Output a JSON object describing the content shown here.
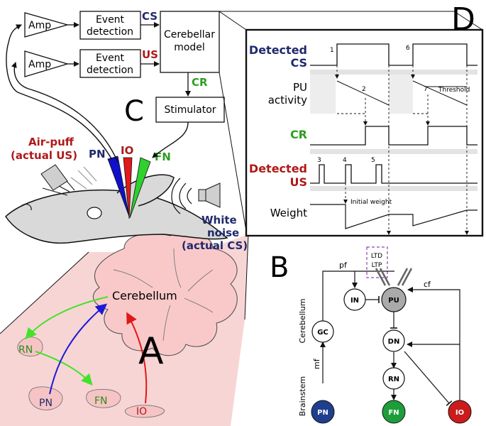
{
  "panels": {
    "a": "A",
    "b": "B",
    "c": "C",
    "d": "D"
  },
  "setup": {
    "amp": "Amp",
    "event_detection": [
      "Event",
      "detection"
    ],
    "cerebellar_model": [
      "Cerebellar",
      "model"
    ],
    "stimulator": "Stimulator",
    "cs": "CS",
    "us": "US",
    "cr": "CR",
    "electrodes": {
      "pn": "PN",
      "io": "IO",
      "fn": "FN"
    },
    "air_puff": [
      "Air-puff",
      "(actual US)"
    ],
    "white_noise": [
      "White",
      "noise",
      "(actual CS)"
    ]
  },
  "anatomy": {
    "cerebellum": "Cerebellum",
    "rn": "RN",
    "pn": "PN",
    "fn": "FN",
    "io": "IO"
  },
  "timing": {
    "rows": {
      "detected_cs": [
        "Detected",
        "CS"
      ],
      "pu_activity": [
        "PU",
        "activity"
      ],
      "cr": "CR",
      "detected_us": [
        "Detected",
        "US"
      ],
      "weight": "Weight"
    },
    "markers": [
      "1",
      "2",
      "3",
      "4",
      "5",
      "6",
      "7"
    ],
    "threshold": "Threshold",
    "initial_weight": "Initial weight"
  },
  "network": {
    "side_labels": {
      "cerebellum": "Cerebellum",
      "brainstem": "Brainstem"
    },
    "nodes": {
      "gc": "GC",
      "in": "IN",
      "pu": "PU",
      "dn": "DN",
      "rn": "RN",
      "pn": "PN",
      "fn": "FN",
      "io": "IO"
    },
    "fibers": {
      "pf": "pf",
      "cf": "cf",
      "mf": "mf"
    },
    "plasticity": [
      "LTD",
      "LTP"
    ]
  },
  "colors": {
    "pn": "#1f3f8c",
    "io": "#cc1b1b",
    "fn": "#1e9e3a",
    "brain_fill": "#f8d5d5",
    "grid_gray": "#e3e3e3",
    "purple": "#8e44ad"
  }
}
